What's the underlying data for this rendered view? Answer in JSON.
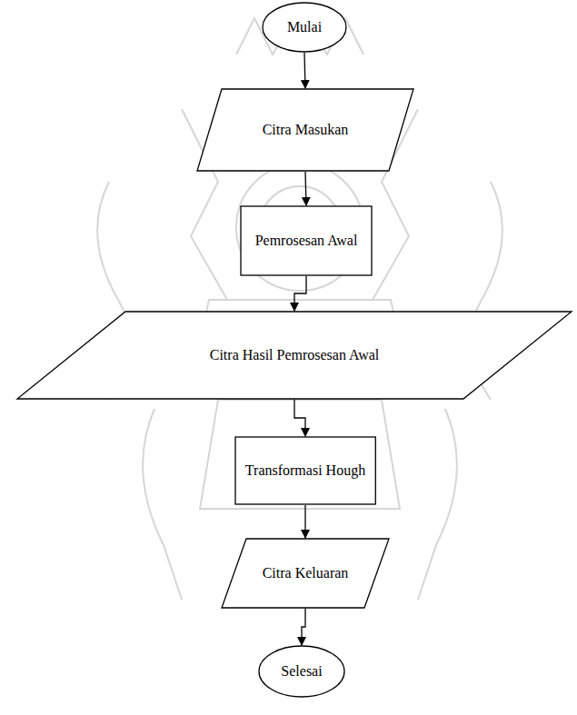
{
  "diagram": {
    "nodes": [
      {
        "text": [
          "Mulai"
        ]
      },
      {
        "text": [
          "Citra Masukan"
        ]
      },
      {
        "text": [
          "Pemrosesan Awal"
        ]
      },
      {
        "text": [
          "Citra Hasil Pemrosesan Awal"
        ]
      },
      {
        "text": [
          "Transformasi Hough"
        ]
      },
      {
        "text": [
          "Citra Keluaran"
        ]
      },
      {
        "text": [
          "Selesai"
        ]
      }
    ],
    "edges": [
      {
        "from": 0,
        "to": 1,
        "arrow": "to"
      },
      {
        "from": 1,
        "to": 2,
        "arrow": "to"
      },
      {
        "from": 2,
        "to": 3,
        "arrow": "to"
      },
      {
        "from": 3,
        "to": 4,
        "arrow": "to"
      },
      {
        "from": 4,
        "to": 5,
        "arrow": "to"
      },
      {
        "from": 5,
        "to": 6,
        "arrow": "to"
      }
    ]
  }
}
